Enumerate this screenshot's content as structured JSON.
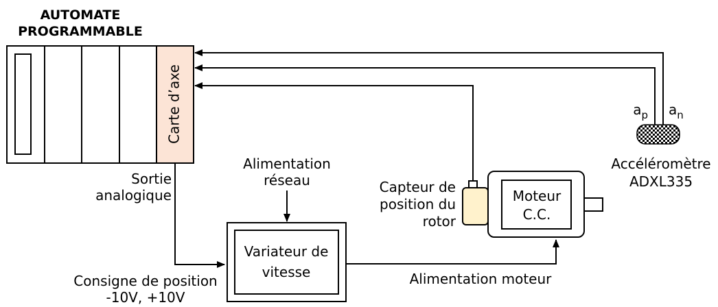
{
  "plc": {
    "title_line1": "AUTOMATE",
    "title_line2": "PROGRAMMABLE",
    "axis_card_label": "Carte d’axe",
    "axis_card_color": "#fce4d6"
  },
  "analog_output": {
    "line1": "Sortie",
    "line2": "analogique"
  },
  "setpoint": {
    "line1": "Consigne de position",
    "line2": "-10V, +10V"
  },
  "mains": {
    "line1": "Alimentation",
    "line2": "réseau"
  },
  "drive": {
    "line1": "Variateur de",
    "line2": "vitesse"
  },
  "motor_supply": "Alimentation moteur",
  "rotor_sensor": {
    "line1": "Capteur de",
    "line2": "position du",
    "line3": "rotor",
    "color": "#fff2cc"
  },
  "motor": {
    "line1": "Moteur",
    "line2": "C.C."
  },
  "accelerometer": {
    "line1": "Accéléromètre",
    "line2": "ADXL335",
    "pin_p_base": "a",
    "pin_p_sub": "p",
    "pin_n_base": "a",
    "pin_n_sub": "n"
  }
}
